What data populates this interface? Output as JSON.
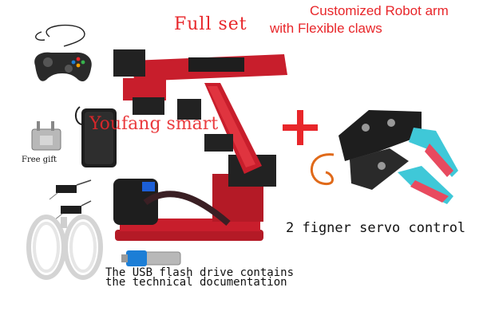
{
  "headline": {
    "full_set": "Full set",
    "customized": "Customized Robot arm",
    "claws": "with Flexible claws"
  },
  "watermark": "Youfang smart",
  "free_gift": "Free gift",
  "servo_caption": "2 figner servo control",
  "usb_caption_line1": "The USB flash drive contains",
  "usb_caption_line2": "the technical documentation",
  "colors": {
    "accent_red": "#e8262a",
    "arm_red": "#c81e2c",
    "claw_cyan": "#3fc8d8",
    "claw_pink": "#e84a5f"
  },
  "icons": {
    "controller": "gamepad-icon",
    "adapter": "power-adapter-icon",
    "plug": "plug-icon",
    "switches": "limit-switch-icon",
    "cables": "usb-cable-icon",
    "usb": "usb-flash-drive-icon",
    "robot": "robot-arm-icon",
    "gripper": "gripper-claw-icon"
  }
}
